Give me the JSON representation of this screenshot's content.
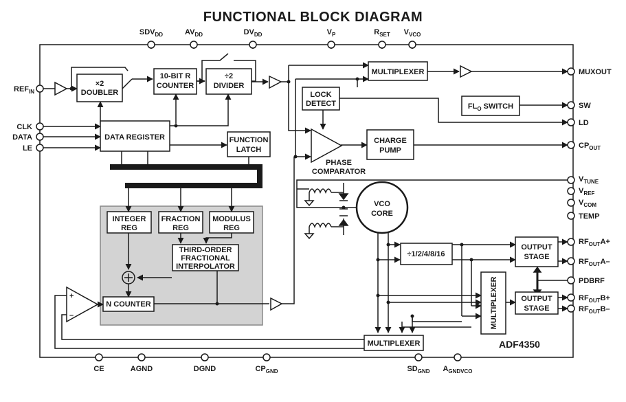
{
  "title": "FUNCTIONAL BLOCK DIAGRAM",
  "chip_name": "ADF4350",
  "top_pins": {
    "sdvdd": {
      "main": "SDV",
      "sub": "DD"
    },
    "avdd": {
      "main": "AV",
      "sub": "DD"
    },
    "dvdd": {
      "main": "DV",
      "sub": "DD"
    },
    "vp": {
      "main": "V",
      "sub": "P"
    },
    "rset": {
      "main": "R",
      "sub": "SET"
    },
    "vvco": {
      "main": "V",
      "sub": "VCO"
    }
  },
  "left_pins": {
    "refin": {
      "main": "REF",
      "sub": "IN"
    },
    "clk": "CLK",
    "data": "DATA",
    "le": "LE"
  },
  "right_pins": {
    "muxout": "MUXOUT",
    "sw": "SW",
    "ld": "LD",
    "cpout": {
      "main": "CP",
      "sub": "OUT"
    },
    "vtune": {
      "main": "V",
      "sub": "TUNE"
    },
    "vref": {
      "main": "V",
      "sub": "REF"
    },
    "vcom": {
      "main": "V",
      "sub": "COM"
    },
    "temp": "TEMP",
    "rfouta_p": {
      "main": "RF",
      "sub": "OUT",
      "suffix": "A+"
    },
    "rfouta_m": {
      "main": "RF",
      "sub": "OUT",
      "suffix": "A–"
    },
    "pdbrf": "PDBRF",
    "rfoutb_p": {
      "main": "RF",
      "sub": "OUT",
      "suffix": "B+"
    },
    "rfoutb_m": {
      "main": "RF",
      "sub": "OUT",
      "suffix": "B–"
    }
  },
  "bottom_pins": {
    "ce": "CE",
    "agnd": "AGND",
    "dgnd": "DGND",
    "cpgnd": {
      "main": "CP",
      "sub": "GND"
    },
    "sdgnd": {
      "main": "SD",
      "sub": "GND"
    },
    "agndvco": {
      "main": "A",
      "sub": "GNDVCO"
    }
  },
  "blocks": {
    "doubler": [
      "×2",
      "DOUBLER"
    ],
    "r_counter": [
      "10-BIT R",
      "COUNTER"
    ],
    "divider": [
      "÷2",
      "DIVIDER"
    ],
    "mux_top": "MULTIPLEXER",
    "lock_detect": [
      "LOCK",
      "DETECT"
    ],
    "flo_switch": {
      "main": "FL",
      "sub": "O",
      "rest": " SWITCH"
    },
    "data_register": "DATA REGISTER",
    "function_latch": [
      "FUNCTION",
      "LATCH"
    ],
    "charge_pump": [
      "CHARGE",
      "PUMP"
    ],
    "phase_comparator": [
      "PHASE",
      "COMPARATOR"
    ],
    "vco_core": [
      "VCO",
      "CORE"
    ],
    "integer_reg": [
      "INTEGER",
      "REG"
    ],
    "fraction_reg": [
      "FRACTION",
      "REG"
    ],
    "modulus_reg": [
      "MODULUS",
      "REG"
    ],
    "interpolator": [
      "THIRD-ORDER",
      "FRACTIONAL",
      "INTERPOLATOR"
    ],
    "n_counter": "N COUNTER",
    "divider_chain": "÷1/2/4/8/16",
    "output_stage_a": [
      "OUTPUT",
      "STAGE"
    ],
    "output_stage_b": [
      "OUTPUT",
      "STAGE"
    ],
    "mux_vertical": "MULTIPLEXER",
    "mux_bottom": "MULTIPLEXER"
  },
  "opamp_signs": {
    "plus": "+",
    "minus": "–"
  },
  "colors": {
    "line": "#1a1a1a",
    "gray_region": "#d3d3d3",
    "background": "#ffffff"
  }
}
